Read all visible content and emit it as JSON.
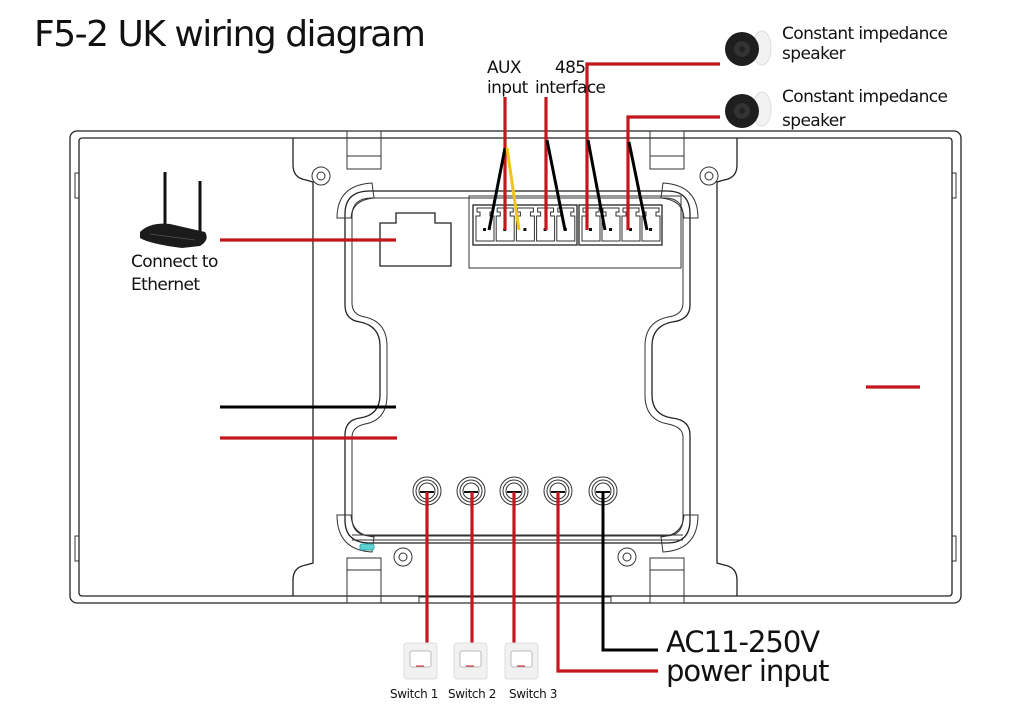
{
  "title": "F5-2 UK wiring diagram",
  "labels": {
    "aux_input": "AUX\ninput",
    "interface_485": "485\ninterface",
    "speaker_1": "Constant impedance\nspeaker",
    "speaker_2": "Constant impedance\nspeaker",
    "ethernet": "Connect to\nEthernet",
    "power_line1": "AC11-250V",
    "power_line2": "power input"
  },
  "switches": [
    {
      "label": "Switch 1"
    },
    {
      "label": "Switch 2"
    },
    {
      "label": "Switch 3"
    }
  ],
  "terminal_block": {
    "left_pins": 5,
    "right_pins": 4
  },
  "relay_holes": 5,
  "colors": {
    "live_wire": "#c4161c",
    "neutral_wire": "#000000",
    "aux_wire": "#f0c419",
    "indicator": "#5fd3d3"
  }
}
